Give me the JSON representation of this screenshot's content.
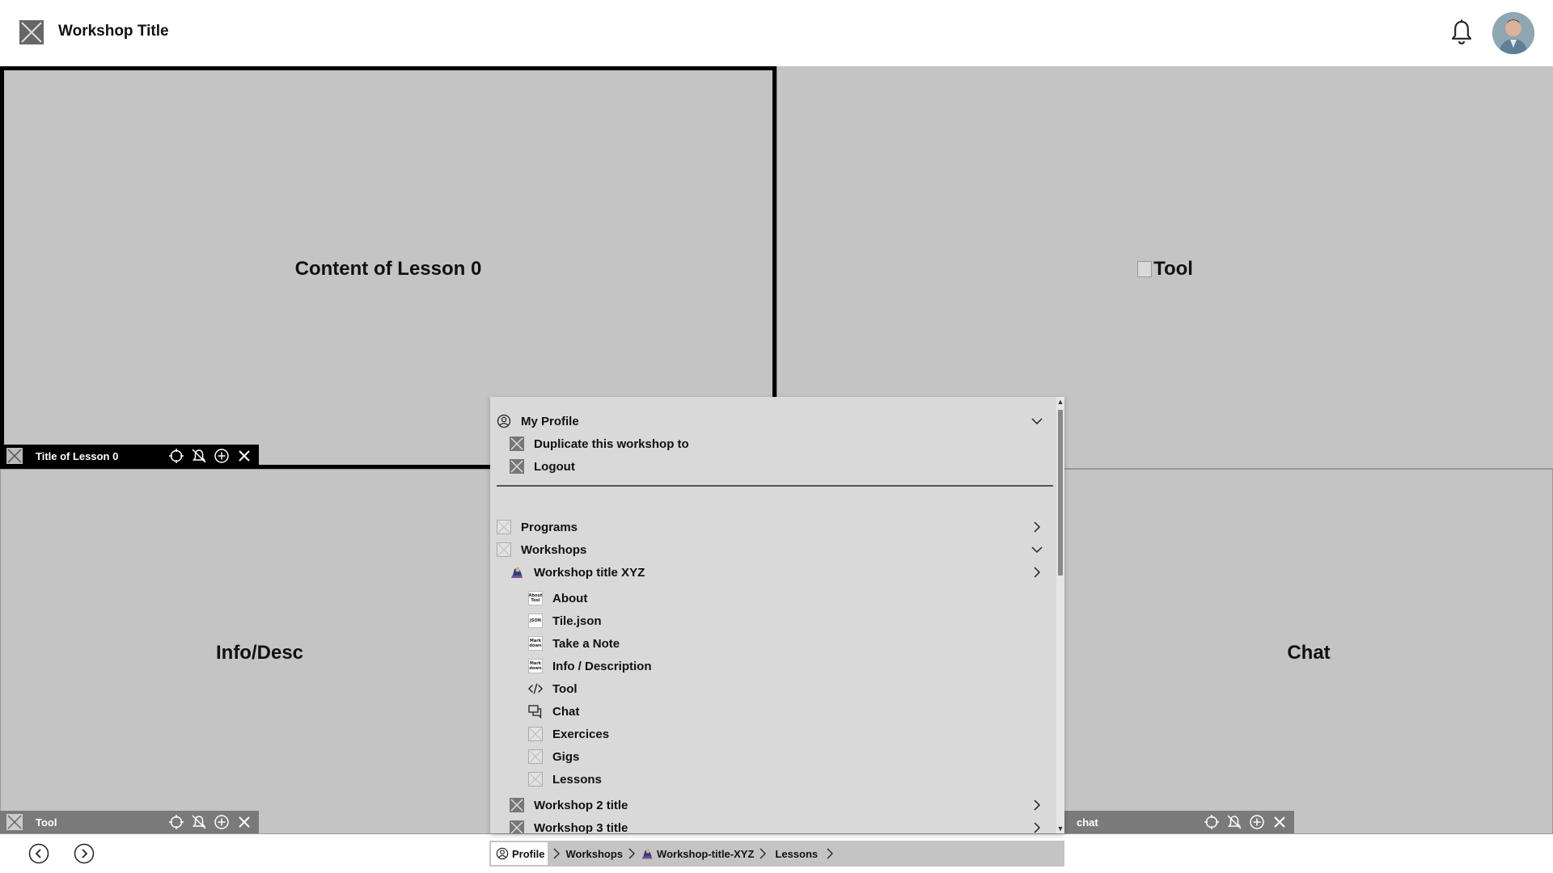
{
  "header": {
    "title": "Workshop Title",
    "logo_icon": "broken-image-icon",
    "notification_icon": "bell-icon",
    "avatar_icon": "user-avatar"
  },
  "panels": {
    "lesson": {
      "content_title": "Content of Lesson 0",
      "footer_title": "Title of Lesson 0"
    },
    "tool_top": {
      "content_title": "Tool"
    },
    "info": {
      "content_title": "Info/Desc",
      "footer_title": "Tool"
    },
    "chat": {
      "content_title": "Chat",
      "footer_title": "chat"
    }
  },
  "footer_icons": [
    "target-icon",
    "bell-off-icon",
    "plus-circle-icon",
    "close-icon"
  ],
  "menu": {
    "profile": {
      "label": "My Profile",
      "icon": "user-circle-icon"
    },
    "profile_items": [
      {
        "label": "Duplicate this workshop to",
        "icon": "broken-image-icon"
      },
      {
        "label": "Logout",
        "icon": "broken-image-icon"
      }
    ],
    "programs": {
      "label": "Programs"
    },
    "workshops": {
      "label": "Workshops"
    },
    "workshop_xyz": {
      "label": "Workshop title XYZ"
    },
    "workshop_children": [
      {
        "label": "About",
        "icon_text": "About Tool"
      },
      {
        "label": "Tile.json",
        "icon_text": "JSON"
      },
      {
        "label": "Take a Note",
        "icon_text": "Mark down"
      },
      {
        "label": "Info / Description",
        "icon_text": "Mark down"
      },
      {
        "label": "Tool",
        "icon": "code-icon"
      },
      {
        "label": "Chat",
        "icon": "chat-icon"
      },
      {
        "label": "Exercices",
        "icon": "placeholder-icon"
      },
      {
        "label": "Gigs",
        "icon": "placeholder-icon"
      },
      {
        "label": "Lessons",
        "icon": "placeholder-icon"
      }
    ],
    "more_workshops": [
      {
        "label": "Workshop 2 title"
      },
      {
        "label": "Workshop 3 title"
      }
    ]
  },
  "breadcrumb": {
    "items": [
      "Profile",
      "Workshops",
      "Workshop-title-XYZ",
      "Lessons"
    ]
  },
  "colors": {
    "panel_bg": "#c4c4c4",
    "menu_bg": "#d9d9d9",
    "footer_active": "#000000",
    "footer_inactive": "#7a7a7a"
  }
}
